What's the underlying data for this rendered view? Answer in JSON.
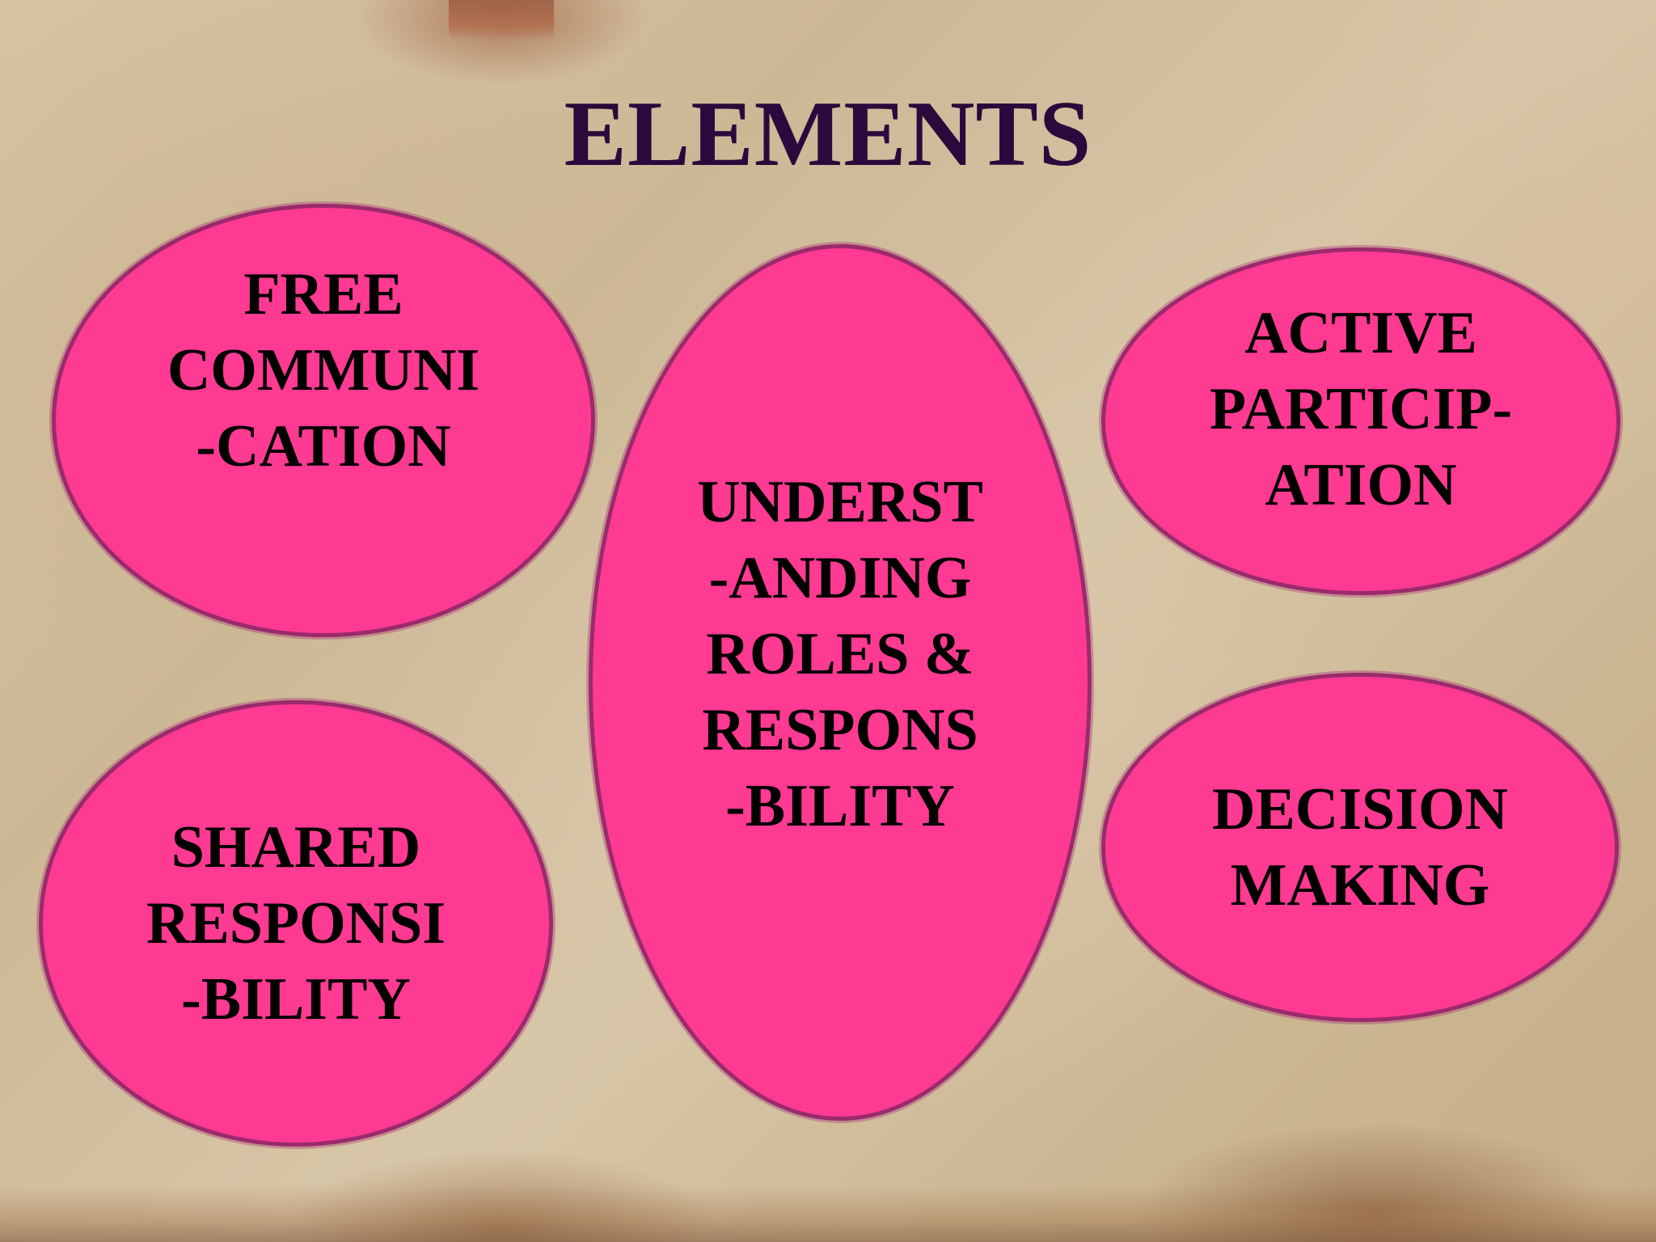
{
  "title": "ELEMENTS",
  "elements": [
    {
      "id": "free-communication",
      "text": "FREE\nCOMMUNI\n-CATION"
    },
    {
      "id": "understanding-roles",
      "text": "UNDERST\n-ANDING\nROLES &\nRESPONS\n-BILITY"
    },
    {
      "id": "active-participation",
      "text": "ACTIVE\nPARTICIP-\nATION"
    },
    {
      "id": "shared-responsibility",
      "text": "SHARED\nRESPONSI\n-BILITY"
    },
    {
      "id": "decision-making",
      "text": "DECISION\nMAKING"
    }
  ],
  "colors": {
    "ellipse_fill": "#ff3a92",
    "ellipse_border": "#9b2a6c",
    "title": "#2a0a3c",
    "text": "#000000"
  }
}
